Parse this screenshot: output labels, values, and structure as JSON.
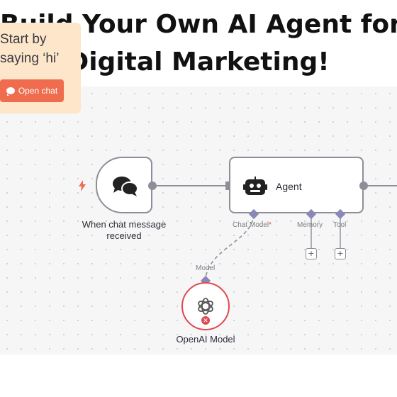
{
  "headline": {
    "line1": "Build Your Own AI Agent for",
    "line2": "Digital Marketing!"
  },
  "sticky_note": {
    "text": "Start by saying ‘hi’",
    "button_label": "Open chat"
  },
  "nodes": {
    "trigger": {
      "label": "When chat message received",
      "icon": "chat-bubbles-icon"
    },
    "agent": {
      "title": "Agent",
      "icon": "robot-icon",
      "sub_ports": {
        "chat_model": "Chat Model",
        "required_marker": "*",
        "memory": "Memory",
        "tool": "Tool"
      },
      "add_label": "+"
    },
    "model": {
      "port_label": "Model",
      "label": "OpenAI Model",
      "icon": "openai-icon",
      "status": "error",
      "badge": "✕"
    }
  },
  "colors": {
    "canvas": "#f6f6f7",
    "sticky": "#fde6c9",
    "accent": "#ef6c4e",
    "error": "#e2474f",
    "port_diamond": "#8a88b8"
  }
}
